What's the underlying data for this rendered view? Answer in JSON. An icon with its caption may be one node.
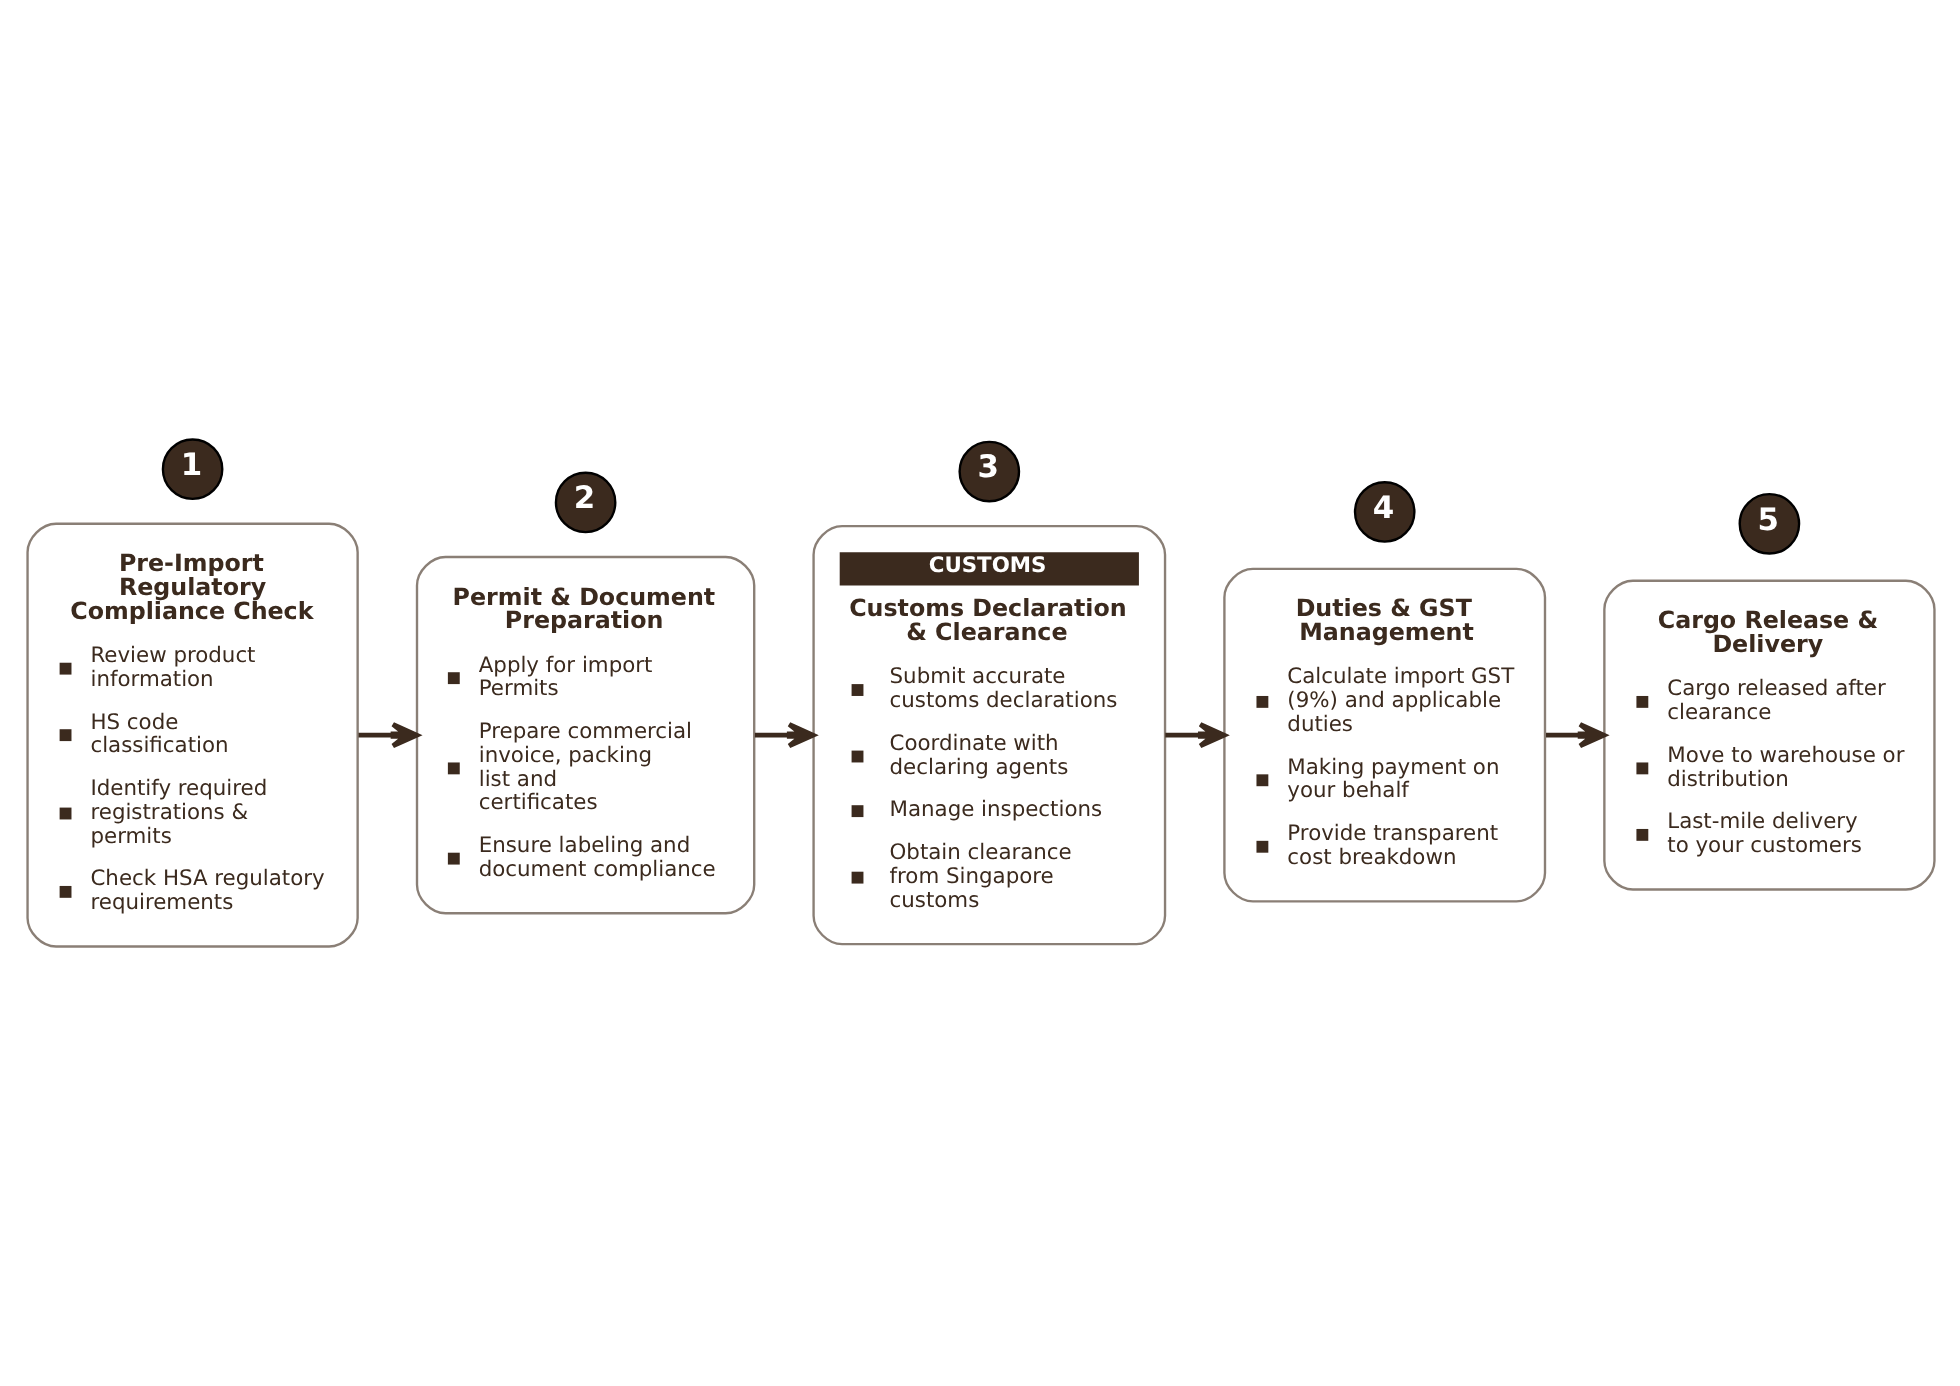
{
  "diagram": {
    "nodes": [
      {
        "text": [
          "1"
        ]
      },
      {
        "text": [
          "Pre-Import Regulatory Compliance Check",
          "Review product information",
          "HS code classification",
          "Identify required registrations & permits",
          "Check HSA regulatory requirements"
        ]
      },
      {
        "text": [
          "2"
        ]
      },
      {
        "text": [
          "Permit & Document Preparation",
          "Apply for import Permits",
          "Prepare commercial invoice, packing list and certificates",
          "Ensure labeling and document compliance"
        ]
      },
      {
        "text": [
          "3"
        ]
      },
      {
        "text": [
          "CUSTOMS",
          "Customs Declaration & Clearance",
          "Submit accurate customs declarations",
          "Coordinate with declaring agents",
          "Manage inspections",
          "Obtain clearance from Singapore customs"
        ]
      },
      {
        "text": [
          "4"
        ]
      },
      {
        "text": [
          "Duties & GST Management",
          "Calculate import GST (9%) and applicable duties",
          "Making payment on your behalf",
          "Provide transparent cost breakdown"
        ]
      },
      {
        "text": [
          "5"
        ]
      },
      {
        "text": [
          "Cargo Release & Delivery",
          "Cargo released after clearance",
          "Move to warehouse or distribution",
          "Last-mile delivery to your customers"
        ]
      }
    ],
    "edges": [
      {
        "from": 1,
        "to": 3,
        "arrow": "to"
      },
      {
        "from": 3,
        "to": 5,
        "arrow": "to"
      },
      {
        "from": 5,
        "to": 7,
        "arrow": "to"
      },
      {
        "from": 7,
        "to": 9,
        "arrow": "to"
      }
    ]
  }
}
